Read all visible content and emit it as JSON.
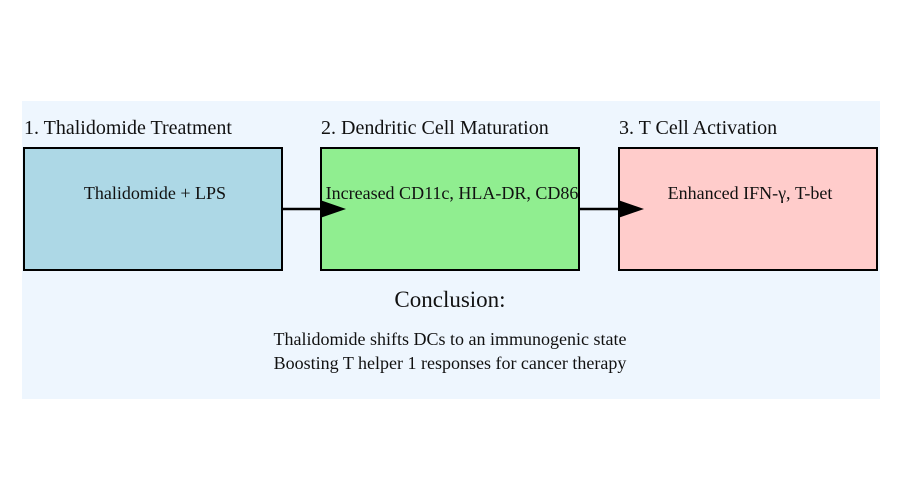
{
  "colors": {
    "panel_background": "#eef6fe",
    "step1_fill": "#add8e6",
    "step2_fill": "#90ee90",
    "step3_fill": "#ffcccb",
    "border": "#000000",
    "arrow": "#000000"
  },
  "steps": [
    {
      "title": "1. Thalidomide Treatment",
      "box_text": "Thalidomide + LPS"
    },
    {
      "title": "2. Dendritic Cell Maturation",
      "box_text": "Increased CD11c, HLA-DR, CD86"
    },
    {
      "title": "3. T Cell Activation",
      "box_text": "Enhanced IFN-γ, T-bet"
    }
  ],
  "conclusion": {
    "title": "Conclusion:",
    "lines": [
      "Thalidomide shifts DCs to an immunogenic state",
      "Boosting T helper 1 responses for cancer therapy"
    ]
  }
}
